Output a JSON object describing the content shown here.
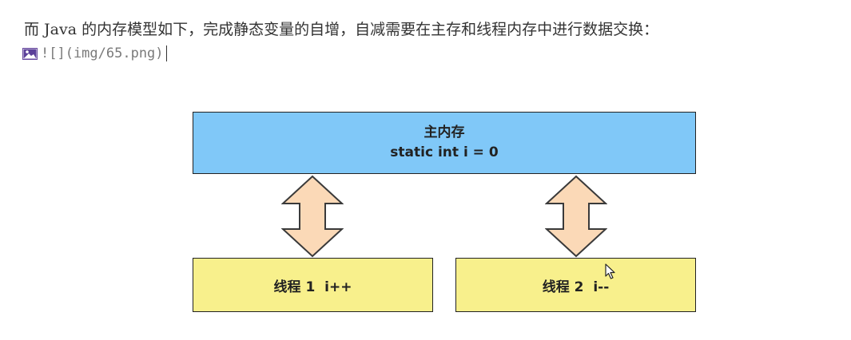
{
  "text": {
    "description": "而 Java 的内存模型如下，完成静态变量的自增，自减需要在主存和线程内存中进行数据交换：",
    "markdown_image": "![](img/65.png)"
  },
  "diagram": {
    "main_memory": {
      "title": "主内存",
      "code": "static int i = 0"
    },
    "thread1": {
      "label": "线程 1  i++"
    },
    "thread2": {
      "label": "线程 2  i--"
    }
  },
  "colors": {
    "main_memory_fill": "#80c8f8",
    "thread_fill": "#f8f08c",
    "arrow_fill": "#fbd9b7"
  },
  "icons": {
    "image": "image-icon",
    "arrow": "double-arrow-icon",
    "pointer": "mouse-cursor-icon"
  }
}
